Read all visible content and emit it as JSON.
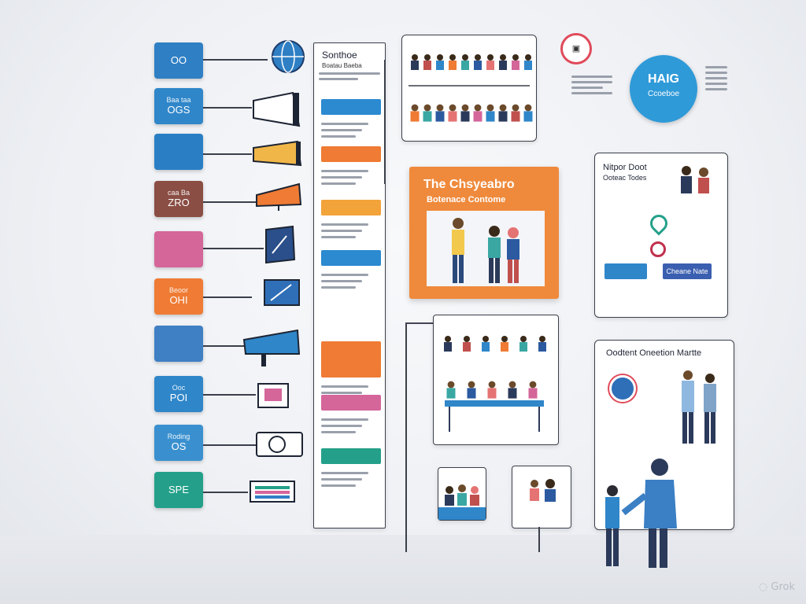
{
  "left_tiles": [
    {
      "main": "OO",
      "sub": "",
      "color": "#2f7fc4"
    },
    {
      "main": "OGS",
      "sub": "Baa taa",
      "color": "#2f86c9"
    },
    {
      "main": "",
      "sub": "",
      "color": "#2a7fc4"
    },
    {
      "main": "ZRO",
      "sub": "caa Ba",
      "color": "#8a4e44"
    },
    {
      "main": "",
      "sub": "",
      "color": "#d4669a"
    },
    {
      "main": "OHI",
      "sub": "Beoor",
      "color": "#ef7b34"
    },
    {
      "main": "",
      "sub": "",
      "color": "#3f7fc4"
    },
    {
      "main": "POI",
      "sub": "Ooc",
      "color": "#2f86c9"
    },
    {
      "main": "OS",
      "sub": "Roding",
      "color": "#3a90cf"
    },
    {
      "main": "SPE",
      "sub": "",
      "color": "#24a08a"
    }
  ],
  "column_panel": {
    "title": "Sonthoe",
    "subtitle": "Boatau Baeba",
    "bars": [
      {
        "label": "",
        "color": "#2b8ad0"
      },
      {
        "label": "",
        "color": "#ef7b34"
      },
      {
        "label": "",
        "color": "#f2a33a"
      },
      {
        "label": "",
        "color": "#2b8ad0"
      },
      {
        "label": "",
        "color": "#ef7b34"
      },
      {
        "label": "",
        "color": "#d4669a"
      },
      {
        "label": "",
        "color": "#24a08a"
      }
    ]
  },
  "center_card": {
    "title": "The Chsyeabro",
    "subtitle": "Botenace Contome",
    "color": "#ef8a3c"
  },
  "top_right": {
    "circle_text": "HAIG",
    "circle_sub": "Ccoeboe"
  },
  "right_panel": {
    "title": "Nitpor Doot",
    "subtitle": "Ooteac Todes",
    "button1": "",
    "button2": "Cheane Nate"
  },
  "lower_right_panel": {
    "title": "Oodtent Oneetion Martte"
  },
  "watermark": "Grok"
}
